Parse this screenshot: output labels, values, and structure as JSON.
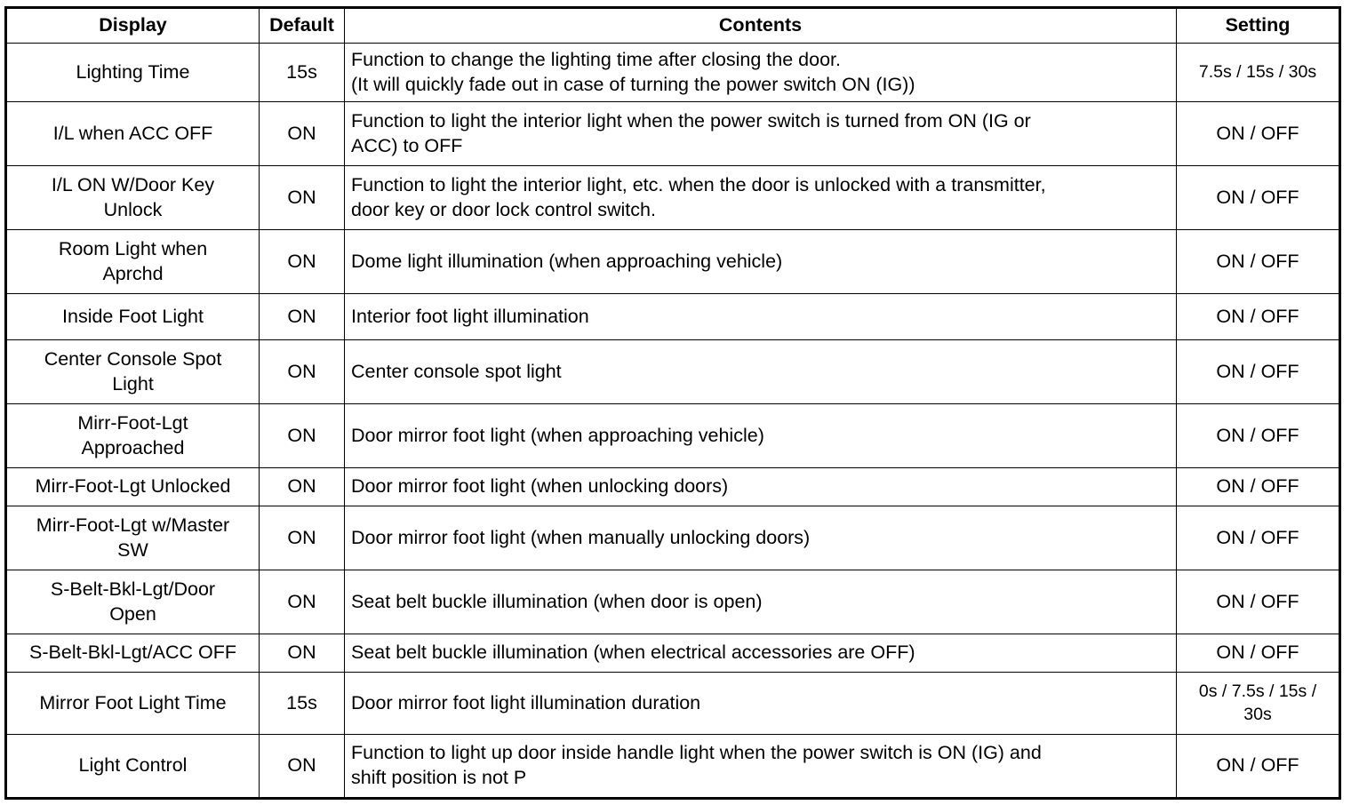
{
  "table": {
    "columns": [
      {
        "key": "display",
        "label": "Display"
      },
      {
        "key": "default",
        "label": "Default"
      },
      {
        "key": "contents",
        "label": "Contents"
      },
      {
        "key": "setting",
        "label": "Setting"
      }
    ],
    "rows": [
      {
        "display": "Lighting Time",
        "default": "15s",
        "contents_line1": "Function to change the lighting time after closing the door.",
        "contents_line2": "(It will quickly fade out in case of turning the power switch ON (IG))",
        "setting": "7.5s / 15s / 30s"
      },
      {
        "display": "I/L when ACC OFF",
        "default": "ON",
        "contents_line1": "Function to light the interior light when the power switch is turned from ON (IG or",
        "contents_line2": "ACC) to OFF",
        "setting": "ON / OFF"
      },
      {
        "display_line1": "I/L ON W/Door Key",
        "display_line2": "Unlock",
        "default": "ON",
        "contents_line1": "Function to light the interior light, etc. when the door is unlocked with a transmitter,",
        "contents_line2": "door key or door lock control switch.",
        "setting": "ON / OFF"
      },
      {
        "display_line1": "Room Light when",
        "display_line2": "Aprchd",
        "default": "ON",
        "contents_line1": "Dome light illumination (when approaching vehicle)",
        "setting": "ON / OFF"
      },
      {
        "display": "Inside Foot Light",
        "default": "ON",
        "contents_line1": "Interior foot light illumination",
        "setting": "ON / OFF"
      },
      {
        "display_line1": "Center Console Spot",
        "display_line2": "Light",
        "default": "ON",
        "contents_line1": "Center console spot light",
        "setting": "ON / OFF"
      },
      {
        "display_line1": "Mirr-Foot-Lgt",
        "display_line2": "Approached",
        "default": "ON",
        "contents_line1": "Door mirror foot light (when approaching vehicle)",
        "setting": "ON / OFF"
      },
      {
        "display": "Mirr-Foot-Lgt Unlocked",
        "default": "ON",
        "contents_line1": "Door mirror foot light (when unlocking doors)",
        "setting": "ON / OFF"
      },
      {
        "display_line1": "Mirr-Foot-Lgt w/Master",
        "display_line2": "SW",
        "default": "ON",
        "contents_line1": "Door mirror foot light (when manually unlocking doors)",
        "setting": "ON / OFF"
      },
      {
        "display_line1": "S-Belt-Bkl-Lgt/Door",
        "display_line2": "Open",
        "default": "ON",
        "contents_line1": "Seat belt buckle illumination (when door is open)",
        "setting": "ON / OFF"
      },
      {
        "display": "S-Belt-Bkl-Lgt/ACC OFF",
        "default": "ON",
        "contents_line1": "Seat belt buckle illumination (when electrical accessories are OFF)",
        "setting": "ON / OFF"
      },
      {
        "display": "Mirror Foot Light Time",
        "default": "15s",
        "contents_line1": "Door mirror foot light illumination duration",
        "setting_line1": "0s / 7.5s / 15s /",
        "setting_line2": "30s"
      },
      {
        "display": "Light Control",
        "default": "ON",
        "contents_line1": "Function to light up door inside handle light when the power switch is ON (IG) and",
        "contents_line2": "shift position is not P",
        "setting": "ON / OFF"
      }
    ]
  }
}
